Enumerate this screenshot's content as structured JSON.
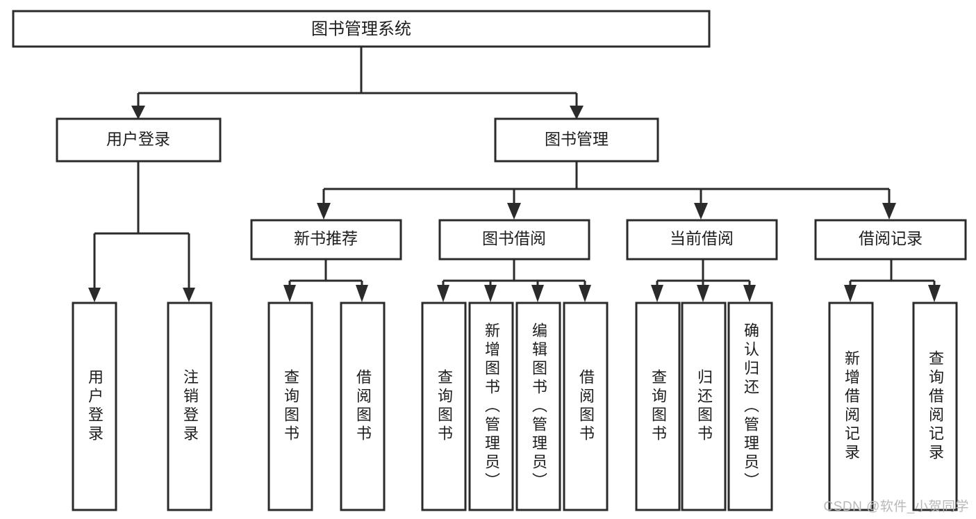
{
  "diagram": {
    "title": "图书管理系统",
    "type": "tree-hierarchy-diagram",
    "colors": {
      "box_stroke": "#2b2b2b",
      "box_fill": "#ffffff",
      "text": "#1d1d1d",
      "watermark": "#b9b9b9",
      "background": "#ffffff"
    },
    "root": {
      "label": "图书管理系统"
    },
    "level2": [
      {
        "label": "用户登录"
      },
      {
        "label": "图书管理"
      }
    ],
    "level3": [
      {
        "label": "新书推荐"
      },
      {
        "label": "图书借阅"
      },
      {
        "label": "当前借阅"
      },
      {
        "label": "借阅记录"
      }
    ],
    "leaves": {
      "user_login": [
        {
          "label": "用户登录"
        },
        {
          "label": "注销登录"
        }
      ],
      "new_book_recommend": [
        {
          "label": "查询图书"
        },
        {
          "label": "借阅图书"
        }
      ],
      "book_borrow": [
        {
          "label": "查询图书"
        },
        {
          "label": "新增图书（管理员）"
        },
        {
          "label": "编辑图书（管理员）"
        },
        {
          "label": "借阅图书"
        }
      ],
      "current_borrow": [
        {
          "label": "查询图书"
        },
        {
          "label": "归还图书"
        },
        {
          "label": "确认归还（管理员）"
        }
      ],
      "borrow_record": [
        {
          "label": "新增借阅记录"
        },
        {
          "label": "查询借阅记录"
        }
      ]
    }
  },
  "watermark": {
    "text": "CSDN @软件_小贺同学"
  }
}
